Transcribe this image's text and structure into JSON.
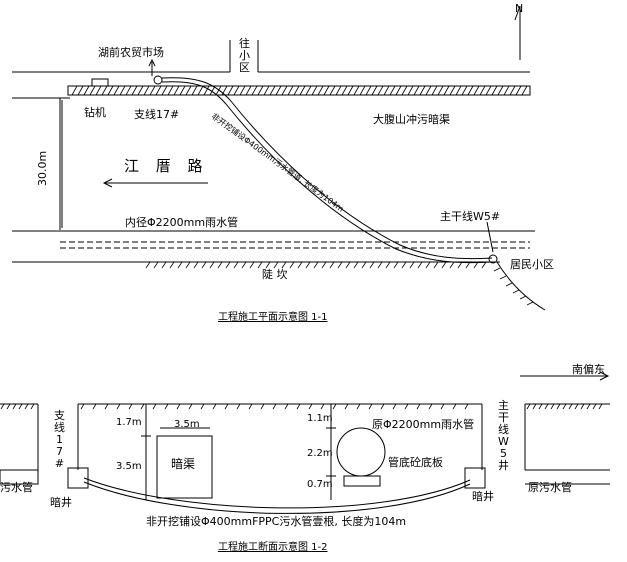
{
  "plan": {
    "north": "N",
    "market": "湖前农贸市场",
    "to_district": "往小区",
    "drill": "钻机",
    "branch_line": "支线17#",
    "dafushan_culvert": "大腹山冲污暗渠",
    "pipe_note": "非开挖铺设Φ400mm污水管道, 长度为104m",
    "road_name": "江 厝 路",
    "road_width": "30.0m",
    "rain_pipe": "内径Φ2200mm雨水管",
    "main_line": "主干线W5#",
    "residential": "居民小区",
    "slope": "陡 坎",
    "title": "工程施工平面示意图 1-1"
  },
  "section": {
    "direction": "南偏东",
    "branch_vertical": "支线17#",
    "main_vertical": "主干线W5井",
    "dim_left": [
      "1.7m",
      "3.5m"
    ],
    "culvert_width": "3.5m",
    "culvert": "暗渠",
    "dim_right": [
      "1.1m",
      "2.2m",
      "0.7m"
    ],
    "rain_pipe": "原Φ2200mm雨水管",
    "slab": "管底砼底板",
    "sewer_left": "污水管",
    "sewer_right": "原污水管",
    "manhole_left": "暗井",
    "manhole_right": "暗井",
    "pipe_note": "非开挖铺设Φ400mmFPPC污水管壹根, 长度为104m",
    "title": "工程施工断面示意图 1-2"
  }
}
